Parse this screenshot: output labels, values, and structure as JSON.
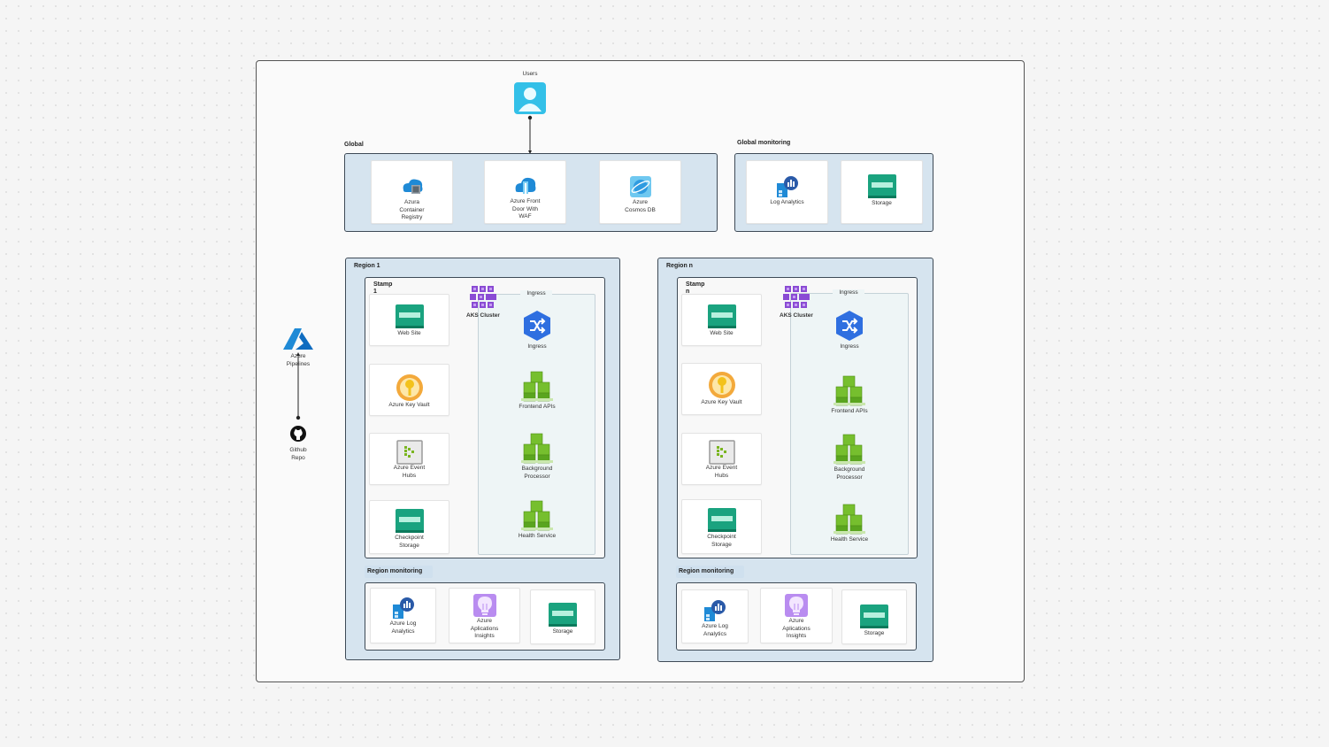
{
  "users": {
    "label": "Users"
  },
  "ci": {
    "pipelines_label": "Azure\nPipelines",
    "github_label": "Github\nRepo"
  },
  "global": {
    "title": "Global",
    "items": [
      {
        "label": "Azura\nContainer\nRegistry",
        "icon": "container-registry-icon"
      },
      {
        "label": "Azure Front\nDoor With\nWAF",
        "icon": "front-door-icon"
      },
      {
        "label": "Azure\nCosmos DB",
        "icon": "cosmos-db-icon"
      }
    ]
  },
  "global_monitoring": {
    "title": "Global monitoring",
    "items": [
      {
        "label": "Log Analytics",
        "icon": "log-analytics-icon"
      },
      {
        "label": "Storage",
        "icon": "storage-icon"
      }
    ]
  },
  "regions": [
    {
      "title": "Region 1",
      "stamp_title": "Stamp\n1",
      "aks_label": "AKS Cluster",
      "ingress_title": "Ingress",
      "services": [
        {
          "label": "Web Site"
        },
        {
          "label": "Azure Key Vault"
        },
        {
          "label": "Azure Event\nHubs"
        },
        {
          "label": "Checkpoint\nStorage"
        }
      ],
      "workloads": [
        {
          "label": "Ingress"
        },
        {
          "label": "Frontend APIs"
        },
        {
          "label": "Background\nProcessor"
        },
        {
          "label": "Health Service"
        }
      ],
      "monitoring_title": "Region monitoring",
      "monitoring": [
        {
          "label": "Azure Log\nAnalytics"
        },
        {
          "label": "Azure\nAplications\nInsights"
        },
        {
          "label": "Storage"
        }
      ]
    },
    {
      "title": "Region n",
      "stamp_title": "Stamp\nn",
      "aks_label": "AKS Cluster",
      "ingress_title": "Ingress",
      "services": [
        {
          "label": "Web Site"
        },
        {
          "label": "Azure Key Vault"
        },
        {
          "label": "Azure Event\nHubs"
        },
        {
          "label": "Checkpoint\nStorage"
        }
      ],
      "workloads": [
        {
          "label": "Ingress"
        },
        {
          "label": "Frontend APIs"
        },
        {
          "label": "Background\nProcessor"
        },
        {
          "label": "Health Service"
        }
      ],
      "monitoring_title": "Region monitoring",
      "monitoring": [
        {
          "label": "Azure Log\nAnalytics"
        },
        {
          "label": "Azure\nAplications\nInsights"
        },
        {
          "label": "Storage"
        }
      ]
    }
  ],
  "colors": {
    "group_fill": "#d6e4ef",
    "storage_teal": "#1aa37f",
    "aks_purple": "#8a4bd4",
    "ingress_blue": "#2f6fe0",
    "green_cube": "#76bf2e",
    "azure_blue": "#1f8ad6"
  }
}
